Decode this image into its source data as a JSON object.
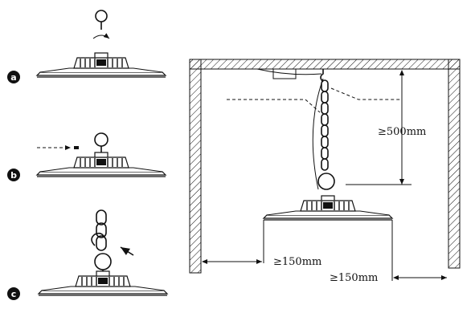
{
  "steps": [
    {
      "letter": "a"
    },
    {
      "letter": "b"
    },
    {
      "letter": "c"
    }
  ],
  "dimensions": {
    "ceiling_clearance": "≥500mm",
    "wall_clearance_left": "≥150mm",
    "wall_clearance_right": "≥150mm"
  }
}
